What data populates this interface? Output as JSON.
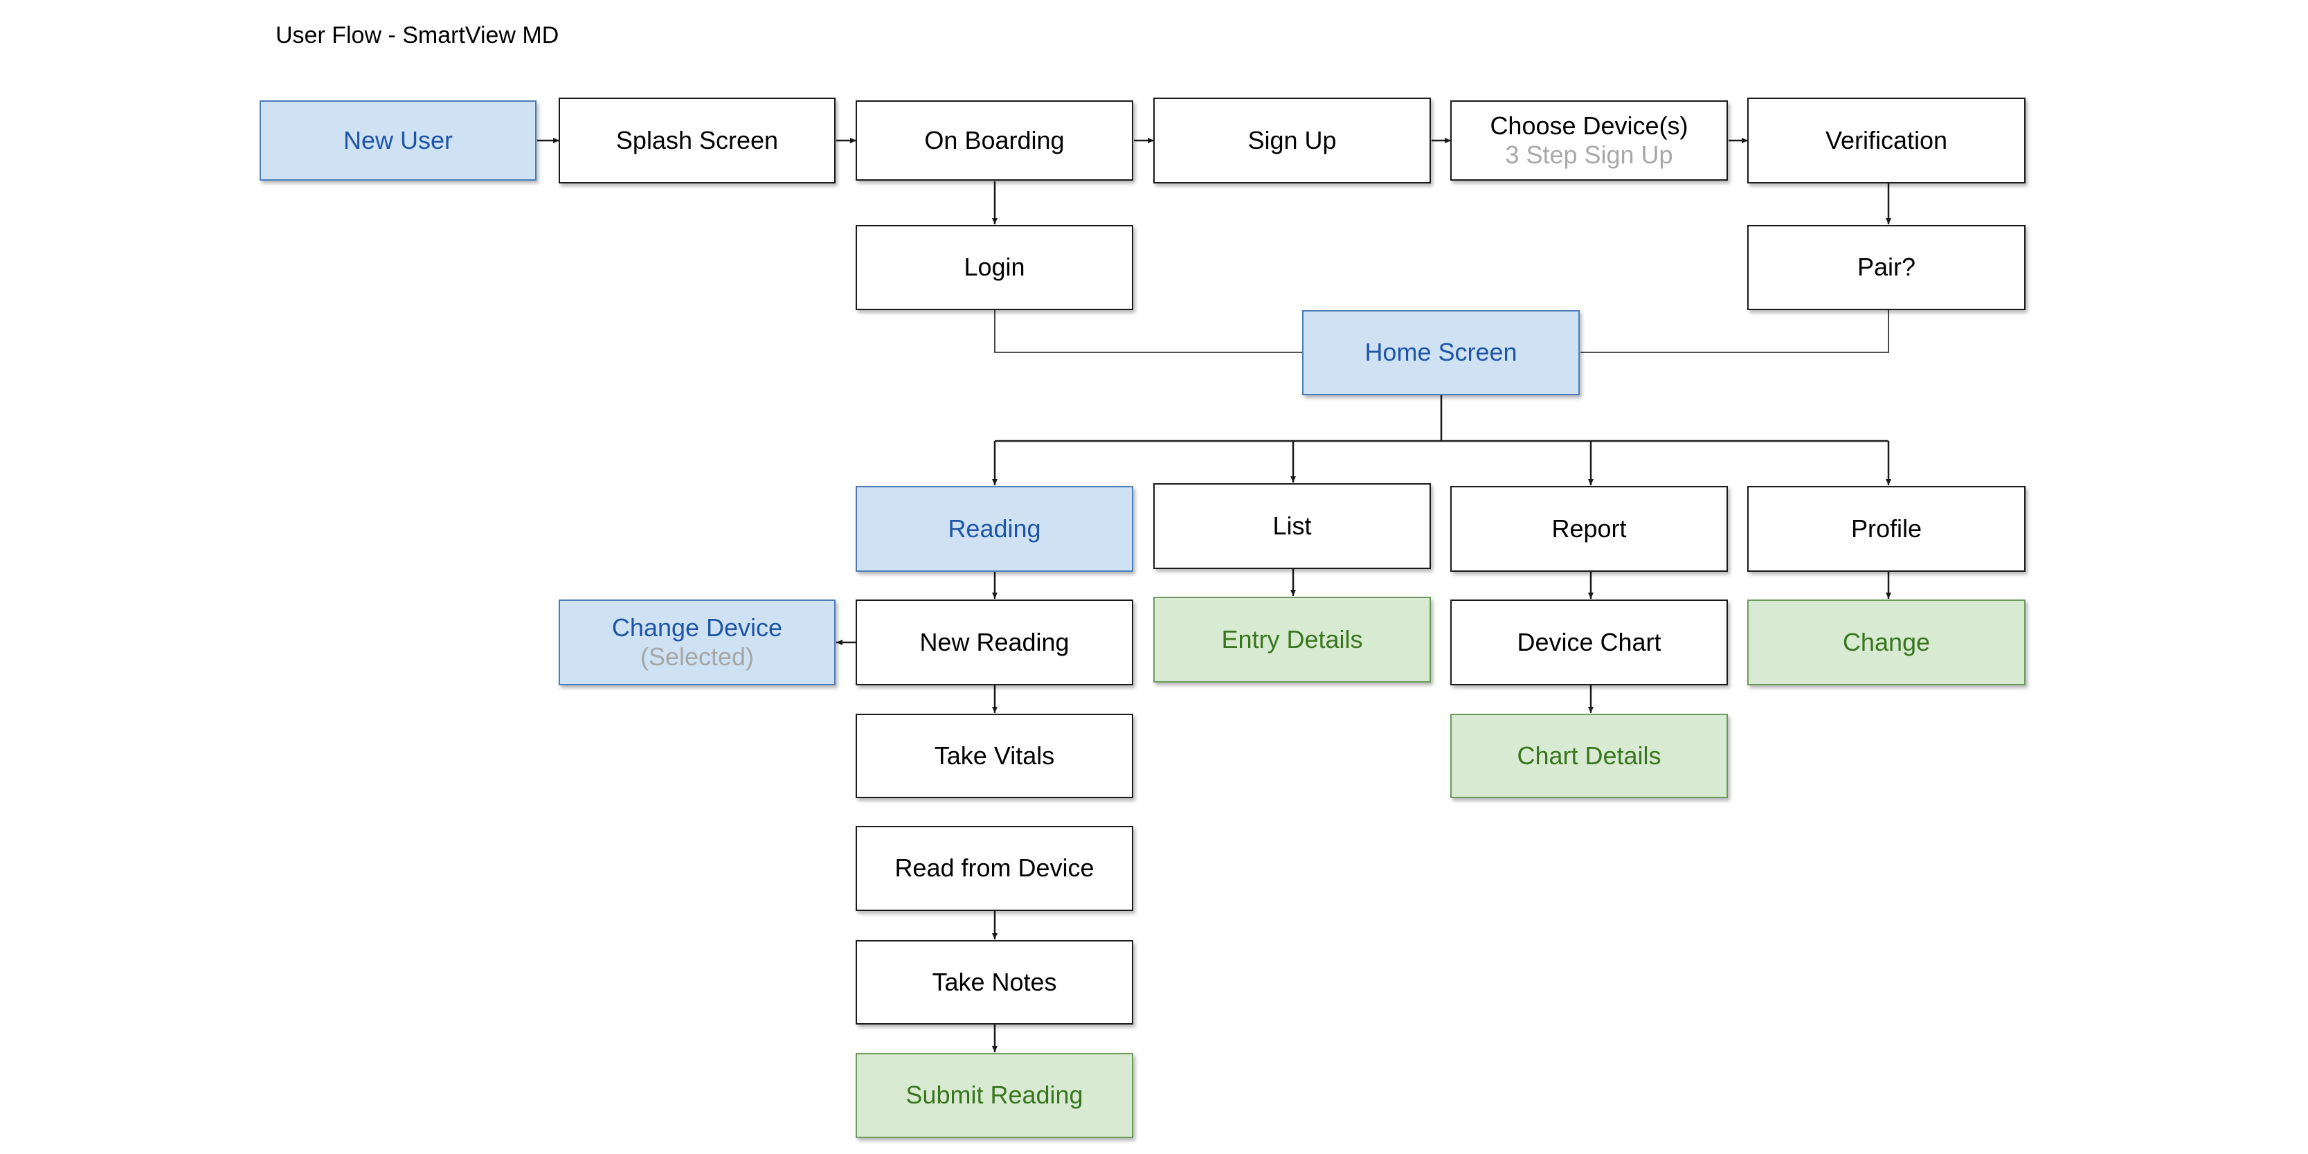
{
  "title": "User Flow - SmartView MD",
  "colors": {
    "blue_fill": "#cfe2f3",
    "blue_text": "#1f55a6",
    "green_fill": "#d9ead3",
    "green_text": "#38761d",
    "line": "#1a1a1a",
    "sublabel": "#a8a8a8"
  },
  "nodes": {
    "new_user": {
      "label": "New User"
    },
    "splash_screen": {
      "label": "Splash Screen"
    },
    "on_boarding": {
      "label": "On Boarding"
    },
    "sign_up": {
      "label": "Sign Up"
    },
    "choose_device": {
      "label": "Choose Device(s)",
      "sublabel": "3 Step Sign Up"
    },
    "verification": {
      "label": "Verification"
    },
    "login": {
      "label": "Login"
    },
    "pair": {
      "label": "Pair?"
    },
    "home_screen": {
      "label": "Home Screen"
    },
    "reading": {
      "label": "Reading"
    },
    "list": {
      "label": "List"
    },
    "report": {
      "label": "Report"
    },
    "profile": {
      "label": "Profile"
    },
    "change_device": {
      "label": "Change Device",
      "sublabel": "(Selected)"
    },
    "new_reading": {
      "label": "New Reading"
    },
    "entry_details": {
      "label": "Entry Details"
    },
    "device_chart": {
      "label": "Device Chart"
    },
    "change": {
      "label": "Change"
    },
    "take_vitals": {
      "label": "Take Vitals"
    },
    "chart_details": {
      "label": "Chart Details"
    },
    "read_from_device": {
      "label": "Read from Device"
    },
    "take_notes": {
      "label": "Take Notes"
    },
    "submit_reading": {
      "label": "Submit Reading"
    }
  }
}
